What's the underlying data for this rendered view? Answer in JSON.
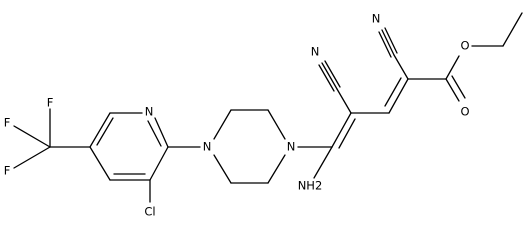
{
  "molecule": {
    "atoms": {
      "ring_n": "N",
      "cl": "Cl",
      "f1": "F",
      "f2": "F",
      "f3": "F",
      "pip_n1": "N",
      "pip_n2": "N",
      "nh2": "NH2",
      "cn1_n": "N",
      "cn2_n": "N",
      "ester_o1": "O",
      "ester_o2": "O"
    }
  },
  "colors": {
    "bond": "#000000",
    "label": "#000000",
    "background": "#ffffff"
  }
}
